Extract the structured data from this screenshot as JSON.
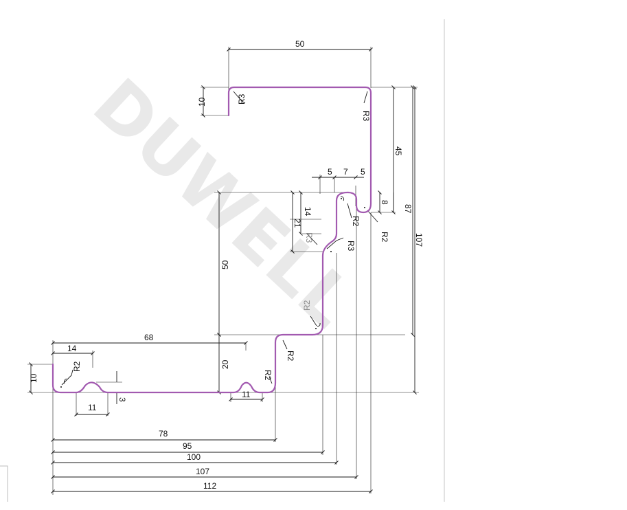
{
  "watermark": "DUWELL",
  "colors": {
    "profile": "#a25ab0",
    "dimension": "#1a1a1a",
    "watermark": "#e9e9e9"
  },
  "dimensions": {
    "top_width": "50",
    "top_lip": "10",
    "r3_top_left": "R3",
    "r3_top_right": "R3",
    "right_45": "45",
    "right_8": "8",
    "right_87": "87",
    "right_107": "107",
    "step_5a": "5",
    "step_7": "7",
    "step_5b": "5",
    "v14": "14",
    "v21": "21",
    "r3_grey": "R3",
    "r3_mid": "R3",
    "r2_a": "R2",
    "r2_b": "R2",
    "r2_grey": "R2",
    "r2_c": "R2",
    "r2_d": "R2",
    "r2_left": "R2",
    "v50": "50",
    "v20": "20",
    "h68": "68",
    "h14": "14",
    "left_10": "10",
    "rib_11a": "11",
    "rib_3": "3",
    "rib_11b": "11",
    "h78": "78",
    "h95": "95",
    "h100": "100",
    "h107": "107",
    "h112": "112"
  }
}
